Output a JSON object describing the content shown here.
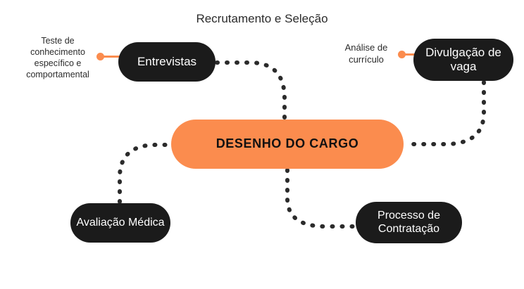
{
  "title": "Recrutamento e Seleção",
  "colors": {
    "background": "#ffffff",
    "accent_orange": "#fb8c4e",
    "node_dark": "#1b1b1b",
    "text_dark": "#2b2b2b",
    "text_light": "#ffffff"
  },
  "central_node": {
    "label": "DESENHO DO CARGO"
  },
  "nodes": [
    {
      "id": "entrevistas",
      "label": "Entrevistas"
    },
    {
      "id": "divulgacao",
      "label": "Divulgação de vaga"
    },
    {
      "id": "avaliacao",
      "label": "Avaliação Médica"
    },
    {
      "id": "contratacao",
      "label": "Processo de Contratação"
    }
  ],
  "annotations": [
    {
      "id": "teste",
      "label": "Teste de conhecimento específico e comportamental",
      "attached_to": "entrevistas"
    },
    {
      "id": "analise",
      "label": "Análise de currículo",
      "attached_to": "divulgacao"
    }
  ],
  "edges": [
    {
      "from": "entrevistas",
      "to": "central",
      "style": "dotted"
    },
    {
      "from": "divulgacao",
      "to": "central",
      "style": "dotted"
    },
    {
      "from": "avaliacao",
      "to": "central",
      "style": "dotted"
    },
    {
      "from": "contratacao",
      "to": "central",
      "style": "dotted"
    }
  ]
}
